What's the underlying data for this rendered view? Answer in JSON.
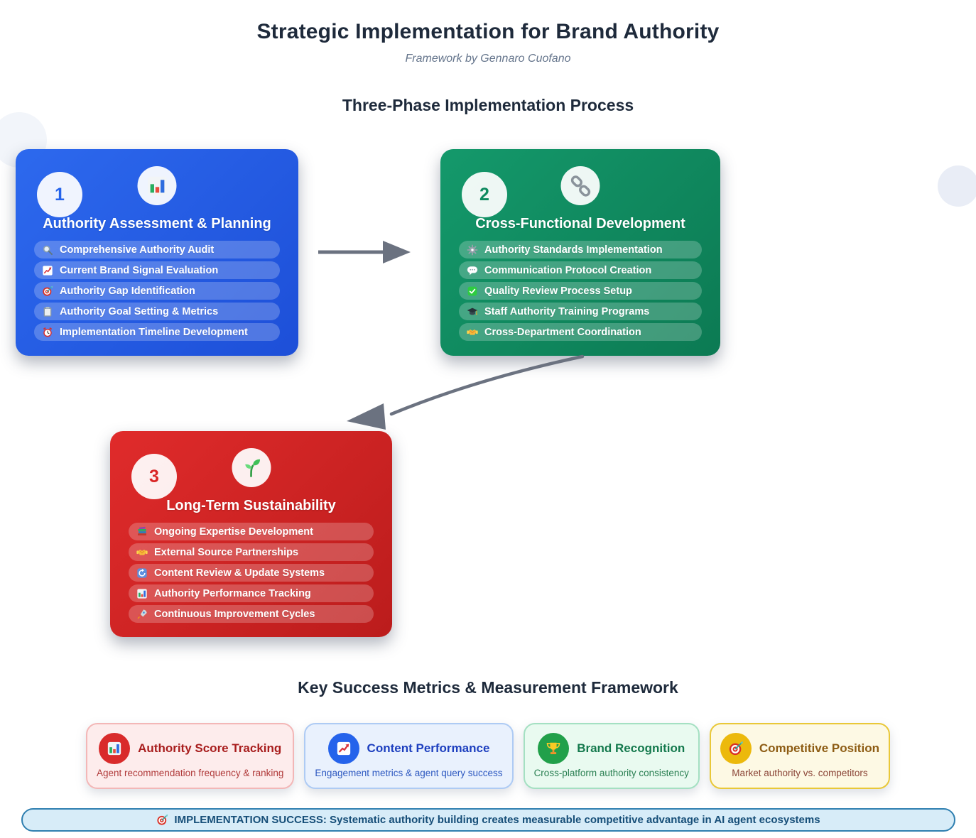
{
  "page": {
    "title": "Strategic Implementation for Brand Authority",
    "subtitle": "Framework by Gennaro Cuofano",
    "process_heading": "Three-Phase Implementation Process",
    "metrics_heading": "Key Success Metrics & Measurement Framework"
  },
  "colors": {
    "phase1_accent": "#2563eb",
    "phase2_accent": "#0e8a5f",
    "phase3_accent": "#d92525",
    "arrow": "#6b7280",
    "banner_bg": "#d7ecf8",
    "banner_border": "#2f7fb0",
    "banner_text": "#164e78"
  },
  "phases": [
    {
      "number": "1",
      "icon": "bar-chart-icon",
      "title": "Authority Assessment & Planning",
      "accent": "#2563eb",
      "items": [
        {
          "icon": "search-icon",
          "label": "Comprehensive Authority Audit"
        },
        {
          "icon": "chart-up-icon",
          "label": "Current Brand Signal Evaluation"
        },
        {
          "icon": "target-icon",
          "label": "Authority Gap Identification"
        },
        {
          "icon": "clipboard-icon",
          "label": "Authority Goal Setting & Metrics"
        },
        {
          "icon": "alarm-clock-icon",
          "label": "Implementation Timeline Development"
        }
      ]
    },
    {
      "number": "2",
      "icon": "link-icon",
      "title": "Cross-Functional Development",
      "accent": "#0e8a5f",
      "items": [
        {
          "icon": "gear-icon",
          "label": "Authority Standards Implementation"
        },
        {
          "icon": "speech-bubble-icon",
          "label": "Communication Protocol Creation"
        },
        {
          "icon": "check-mark-icon",
          "label": "Quality Review Process Setup"
        },
        {
          "icon": "graduation-cap-icon",
          "label": "Staff Authority Training Programs"
        },
        {
          "icon": "handshake-icon",
          "label": "Cross-Department Coordination"
        }
      ]
    },
    {
      "number": "3",
      "icon": "seedling-icon",
      "title": "Long-Term Sustainability",
      "accent": "#d92525",
      "items": [
        {
          "icon": "books-icon",
          "label": "Ongoing Expertise Development"
        },
        {
          "icon": "handshake-icon",
          "label": "External Source Partnerships"
        },
        {
          "icon": "refresh-icon",
          "label": "Content Review & Update Systems"
        },
        {
          "icon": "bar-chart-icon",
          "label": "Authority Performance Tracking"
        },
        {
          "icon": "rocket-icon",
          "label": "Continuous Improvement Cycles"
        }
      ]
    }
  ],
  "metrics": [
    {
      "icon": "bar-chart-icon",
      "title": "Authority Score Tracking",
      "subtitle": "Agent recommendation frequency & ranking",
      "accent": "#d92b2b"
    },
    {
      "icon": "chart-up-icon",
      "title": "Content Performance",
      "subtitle": "Engagement metrics & agent query success",
      "accent": "#2563eb"
    },
    {
      "icon": "trophy-icon",
      "title": "Brand Recognition",
      "subtitle": "Cross-platform authority consistency",
      "accent": "#21a04a"
    },
    {
      "icon": "target-icon",
      "title": "Competitive Position",
      "subtitle": "Market authority vs. competitors",
      "accent": "#ecb90c"
    }
  ],
  "banner": {
    "icon": "target-icon",
    "text": "IMPLEMENTATION SUCCESS: Systematic authority building creates measurable competitive advantage in AI agent ecosystems"
  }
}
